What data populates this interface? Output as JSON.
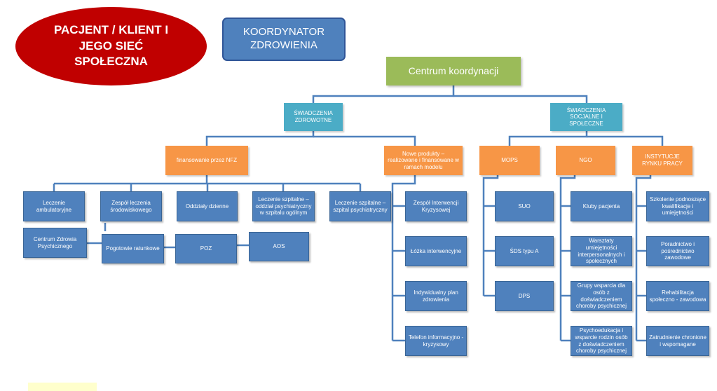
{
  "patient_label": "PACJENT / KLIENT I JEGO SIEĆ SPOŁECZNA",
  "coordinator_label": "KOORDYNATOR ZDROWIENIA",
  "center_label": "Centrum koordynacji",
  "health_services_label": "ŚWIADCZENIA ZDROWOTNE",
  "social_services_label": "ŚWIADCZENIA SOCJALNE I SPOŁECZNE",
  "nfz_label": "finansowanie przez NFZ",
  "new_products_label": "Nowe produkty – realizowane i finansowane w ramach modelu",
  "mops_label": "MOPS",
  "ngo_label": "NGO",
  "labor_label": "INSTYTUCJE RYNKU PRACY",
  "nfz_items": [
    "Leczenie ambulatoryjne",
    "Zespół leczenia środowiskowego",
    "Oddziały dzienne",
    "Leczenie szpitalne – oddział psychiatryczny w szpitalu ogólnym",
    "Leczenie szpitalne – szpital psychiatryczny"
  ],
  "mental_health_center_label": "Centrum Zdrowia Psychicznego",
  "ambulance_label": "Pogotowie ratunkowe",
  "poz_label": "POZ",
  "aos_label": "AOS",
  "new_items": [
    "Zespół Interwencji Kryzysowej",
    "Łóżka interwencyjne",
    "Indywidualny plan zdrowienia",
    "Telefon informacyjno - kryzysowy"
  ],
  "mops_items": [
    "SUO",
    "ŚDS typu A",
    "DPS"
  ],
  "ngo_items": [
    "Kluby pacjenta",
    "Warsztaty umiejętności interpersonalnych i społecznych",
    "Grupy wsparcia dla osób z doświadczeniem choroby psychicznej",
    "Psychoedukacja i wsparcie rodzin osób z doświadczeniem choroby psychicznej"
  ],
  "labor_items": [
    "Szkolenie podnoszące kwalifikacje i umiejętności",
    "Poradnictwo i pośrednictwo zawodowe",
    "Rehabilitacja społeczno - zawodowa",
    "Zatrudnienie chronione i wspomagane"
  ],
  "colors": {
    "patient": "#c00000",
    "coordinator": "#4f81bd",
    "center": "#9bbb59",
    "level2": "#4bacc6",
    "level3": "#f79646",
    "leaf": "#4f81bd",
    "connector": "#4f81bd"
  }
}
